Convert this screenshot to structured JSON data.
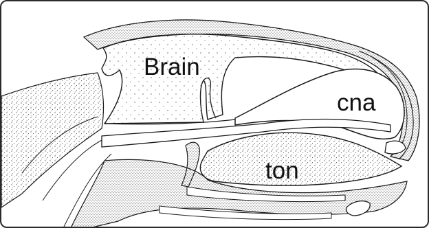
{
  "labels": {
    "brain": "Brain",
    "cna": "cna",
    "ton": "ton"
  },
  "colors": {
    "ink": "#1a1a1a",
    "paper": "#ffffff",
    "border": "#2a2a2a"
  }
}
